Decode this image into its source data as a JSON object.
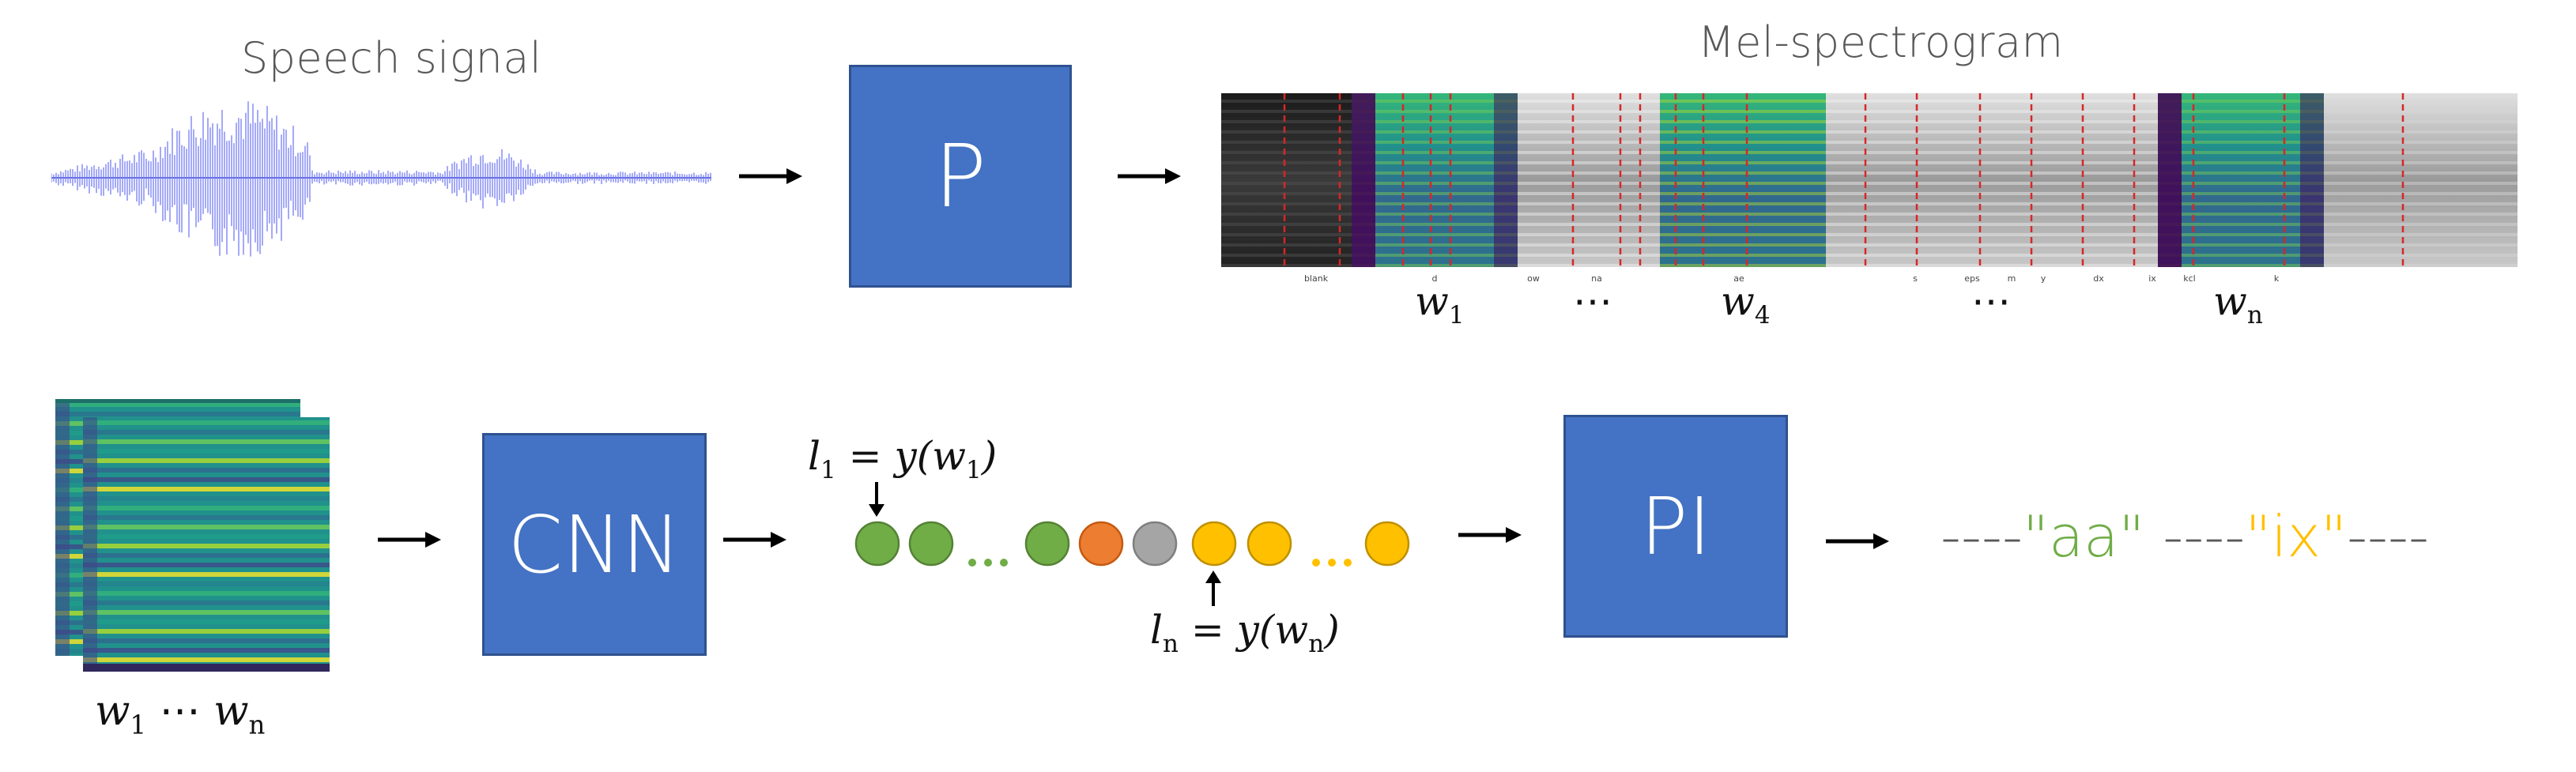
{
  "top_row": {
    "speech_label": "Speech signal",
    "melspec_label": "Mel-spectrogram",
    "p_label": "P",
    "spec_word_labels": [
      "w1",
      "…",
      "w4",
      "…",
      "wn"
    ],
    "segment_labels": [
      "blank",
      "d",
      "ow",
      "na",
      "ae",
      "s",
      "eps",
      "m",
      "y",
      "dx",
      "ix",
      "kcl",
      "k"
    ]
  },
  "bottom_row": {
    "stack_caption": "w1 ⋯ wn",
    "cnn_label": "CNN",
    "pi_label": "PI",
    "l1_annotation": "l1 = y(w1)",
    "ln_annotation": "ln = y(wn)",
    "dots": [
      "green",
      "green",
      "green",
      "orange",
      "gray",
      "yellow",
      "yellow",
      "yellow"
    ],
    "output_sequence": [
      {
        "text": "----",
        "color": "#595959"
      },
      {
        "text": "\"aa\"",
        "color": "#70ad47"
      },
      {
        "text": " ----",
        "color": "#595959"
      },
      {
        "text": "\"ix\"",
        "color": "#ffc000"
      },
      {
        "text": "----",
        "color": "#595959"
      }
    ]
  },
  "colors": {
    "box_fill": "#4472c4",
    "green": "#70ad47",
    "orange": "#ed7d31",
    "gray": "#a5a5a5",
    "yellow": "#ffc000",
    "waveform": "#7b83f5"
  }
}
